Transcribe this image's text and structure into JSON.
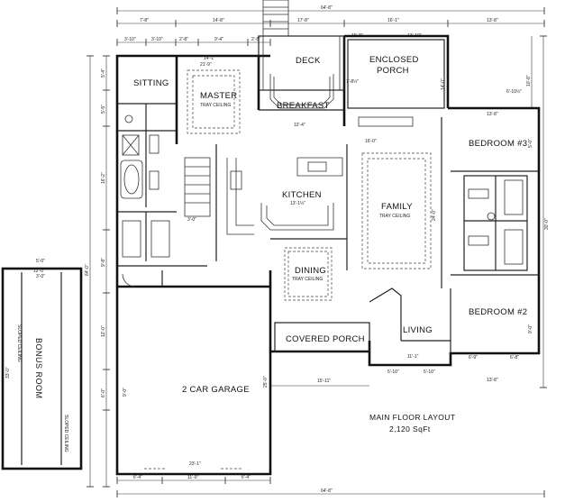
{
  "rooms": {
    "deck": "DECK",
    "enclosed_porch_1": "ENCLOSED",
    "enclosed_porch_2": "PORCH",
    "sitting": "SITTING",
    "master": "MASTER",
    "master_ceiling": "TRAY CEILING",
    "breakfast": "BREAKFAST",
    "bedroom3": "BEDROOM #3",
    "kitchen": "KITCHEN",
    "kitchen_dim": "13'-1½\"",
    "family": "FAMILY",
    "family_ceiling": "TRAY CEILING",
    "dining": "DINING",
    "dining_ceiling": "TRAY CEILING",
    "living": "LIVING",
    "bedroom2": "BEDROOM #2",
    "covered_porch": "COVERED PORCH",
    "garage": "2 CAR GARAGE",
    "bonus": "BONUS ROOM",
    "sloped_left": "SLOPED CEILING",
    "sloped_right": "SLOPED CEILING"
  },
  "title": {
    "line1": "MAIN FLOOR LAYOUT",
    "line2": "2,120 SqFt"
  },
  "dimensions": {
    "top_overall": "64'-8\"",
    "top_a": "7'-8\"",
    "top_b": "14'-8\"",
    "top_c": "17'-8\"",
    "top_d": "16'-1\"",
    "top_e": "13'-8\"",
    "row2_a": "3'-10\"",
    "row2_b": "3'-10\"",
    "row2_c": "2'-8\"",
    "row2_d": "9'-4\"",
    "row2_e": "2'-8\"",
    "master_w": "14'-1\"",
    "master_w2": "21'-9\"",
    "bot_overall": "64'-8\"",
    "bot_a": "6'-4\"",
    "bot_b": "11'-0\"",
    "bot_c": "6'-4\"",
    "garage_w": "23'-1\"",
    "porch_w": "15'-11\"",
    "living_w": "11'-1\"",
    "living_w2": "5'-10\"",
    "living_w3": "5'-10\"",
    "bed2_w": "13'-8\"",
    "bed2_w2": "6'-9\"",
    "bed2_w3": "6'-8\"",
    "left_overall": "64'-0\"",
    "left_a": "5'-4\"",
    "left_b": "5'-5\"",
    "left_c": "16'-2\"",
    "left_d": "9'-8\"",
    "left_e": "12'-0\"",
    "left_f": "6'-0\"",
    "right_overall": "30'-0\"",
    "right_a": "10'-8\"",
    "right_b": "5'-0\"",
    "right_c": "9'-0\"",
    "family_d": "24'-0\"",
    "bonus_w": "5'-0\"",
    "bonus_w2": "12'-0\"",
    "bonus_w3": "3'-0\"",
    "bonus_h": "33'-0\"",
    "porch_d": "14'-0\"",
    "porch_d2": "6'-10½\"",
    "enclosed_w": "15'-8\"",
    "enclosed_w2": "13'-10\"",
    "deck_d": "7'-8½\"",
    "breakfast_w": "12'-4\"",
    "breakfast_w2": "16'-0\"",
    "bedroom3_w": "13'-8\"",
    "stair_w": "3'-0\"",
    "garage_h": "9'-0\"",
    "garage_h2": "25'-0\""
  }
}
